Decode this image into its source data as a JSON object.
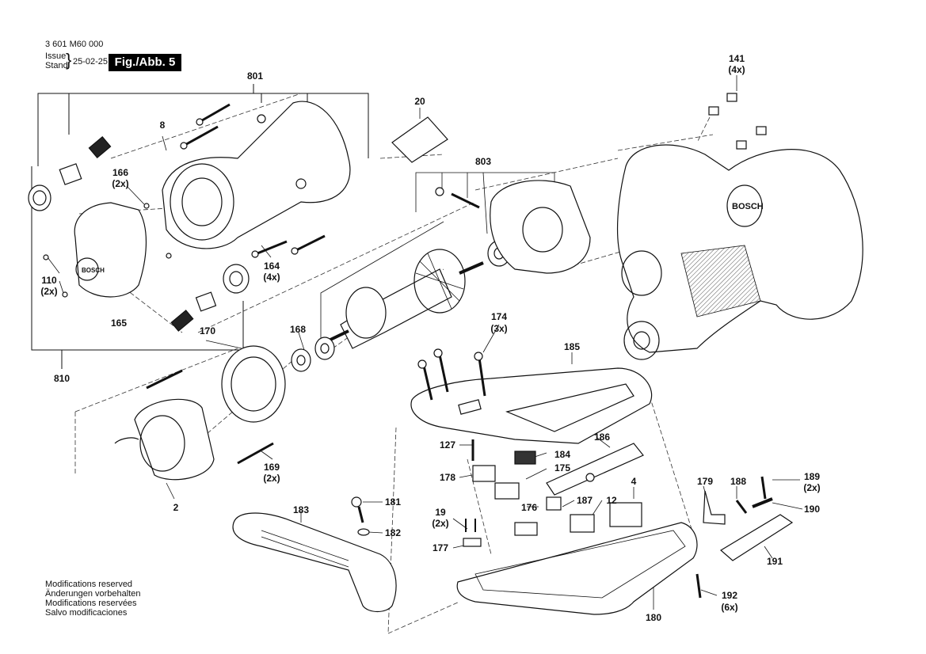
{
  "header": {
    "part_number": "3 601 M60 000",
    "issue_label": "Issue",
    "stand_label": "Stand",
    "issue_date": "25-02-25",
    "figure_label": "Fig./Abb. 5"
  },
  "notes": [
    "Modifications reserved",
    "Änderungen vorbehalten",
    "Modifications reservées",
    "Salvo modificaciones"
  ],
  "brand_text": "BOSCH",
  "callouts": [
    {
      "id": "c801",
      "text": "801"
    },
    {
      "id": "c20",
      "text": "20"
    },
    {
      "id": "c141",
      "text": "141"
    },
    {
      "id": "c141q",
      "text": "(4x)"
    },
    {
      "id": "c8",
      "text": "8"
    },
    {
      "id": "c803",
      "text": "803"
    },
    {
      "id": "c166",
      "text": "166"
    },
    {
      "id": "c166q",
      "text": "(2x)"
    },
    {
      "id": "c110",
      "text": "110"
    },
    {
      "id": "c110q",
      "text": "(2x)"
    },
    {
      "id": "c164",
      "text": "164"
    },
    {
      "id": "c164q",
      "text": "(4x)"
    },
    {
      "id": "c165",
      "text": "165"
    },
    {
      "id": "c170",
      "text": "170"
    },
    {
      "id": "c168",
      "text": "168"
    },
    {
      "id": "c174",
      "text": "174"
    },
    {
      "id": "c174q",
      "text": "(3x)"
    },
    {
      "id": "c185",
      "text": "185"
    },
    {
      "id": "c810",
      "text": "810"
    },
    {
      "id": "c127",
      "text": "127"
    },
    {
      "id": "c184",
      "text": "184"
    },
    {
      "id": "c186",
      "text": "186"
    },
    {
      "id": "c178",
      "text": "178"
    },
    {
      "id": "c175",
      "text": "175"
    },
    {
      "id": "c4",
      "text": "4"
    },
    {
      "id": "c179",
      "text": "179"
    },
    {
      "id": "c188",
      "text": "188"
    },
    {
      "id": "c189",
      "text": "189"
    },
    {
      "id": "c189q",
      "text": "(2x)"
    },
    {
      "id": "c169",
      "text": "169"
    },
    {
      "id": "c169q",
      "text": "(2x)"
    },
    {
      "id": "c2",
      "text": "2"
    },
    {
      "id": "c183",
      "text": "183"
    },
    {
      "id": "c181",
      "text": "181"
    },
    {
      "id": "c182",
      "text": "182"
    },
    {
      "id": "c19",
      "text": "19"
    },
    {
      "id": "c19q",
      "text": "(2x)"
    },
    {
      "id": "c176",
      "text": "176"
    },
    {
      "id": "c187",
      "text": "187"
    },
    {
      "id": "c12",
      "text": "12"
    },
    {
      "id": "c190",
      "text": "190"
    },
    {
      "id": "c177",
      "text": "177"
    },
    {
      "id": "c191",
      "text": "191"
    },
    {
      "id": "c192",
      "text": "192"
    },
    {
      "id": "c192q",
      "text": "(6x)"
    },
    {
      "id": "c180",
      "text": "180"
    }
  ]
}
